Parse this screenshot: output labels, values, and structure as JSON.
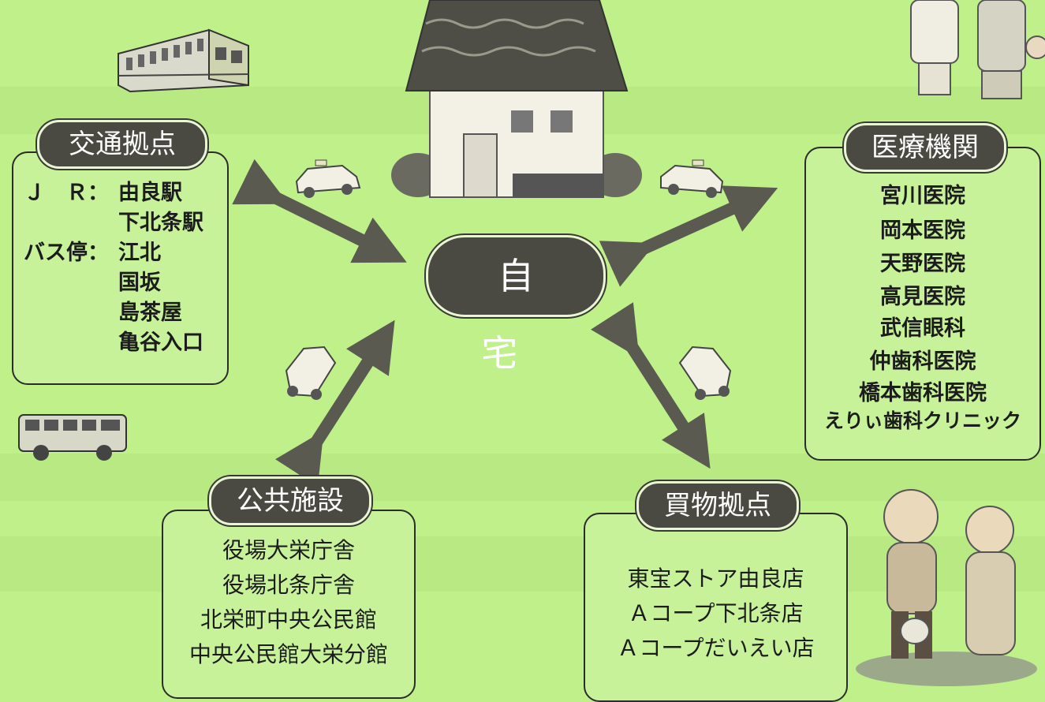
{
  "center_node": {
    "label": "自 宅"
  },
  "transport": {
    "title": "交通拠点",
    "jr_label": "Ｊ　Ｒ：",
    "jr_stations": [
      "由良駅",
      "下北条駅"
    ],
    "bus_label": "バス停：",
    "bus_stops": [
      "江北",
      "国坂",
      "島茶屋",
      "亀谷入口"
    ]
  },
  "medical": {
    "title": "医療機関",
    "items": [
      "宮川医院",
      "岡本医院",
      "天野医院",
      "高見医院",
      "武信眼科",
      "仲歯科医院",
      "橋本歯科医院",
      "えりぃ歯科クリニック"
    ]
  },
  "public": {
    "title": "公共施設",
    "items": [
      "役場大栄庁舎",
      "役場北条庁舎",
      "北栄町中央公民館",
      "中央公民館大栄分館"
    ]
  },
  "shopping": {
    "title": "買物拠点",
    "items": [
      "東宝ストア由良店",
      "Ａコープ下北条店",
      "Ａコープだいえい店"
    ]
  },
  "colors": {
    "background": "#bff08a",
    "pill": "#4a4a42",
    "arrow": "#5a5a50",
    "box_border": "#2c2c2c"
  },
  "icons": [
    "train-icon",
    "bus-icon",
    "house-icon",
    "taxi-icon",
    "elderly-couple-icon",
    "doctor-patient-icon"
  ]
}
